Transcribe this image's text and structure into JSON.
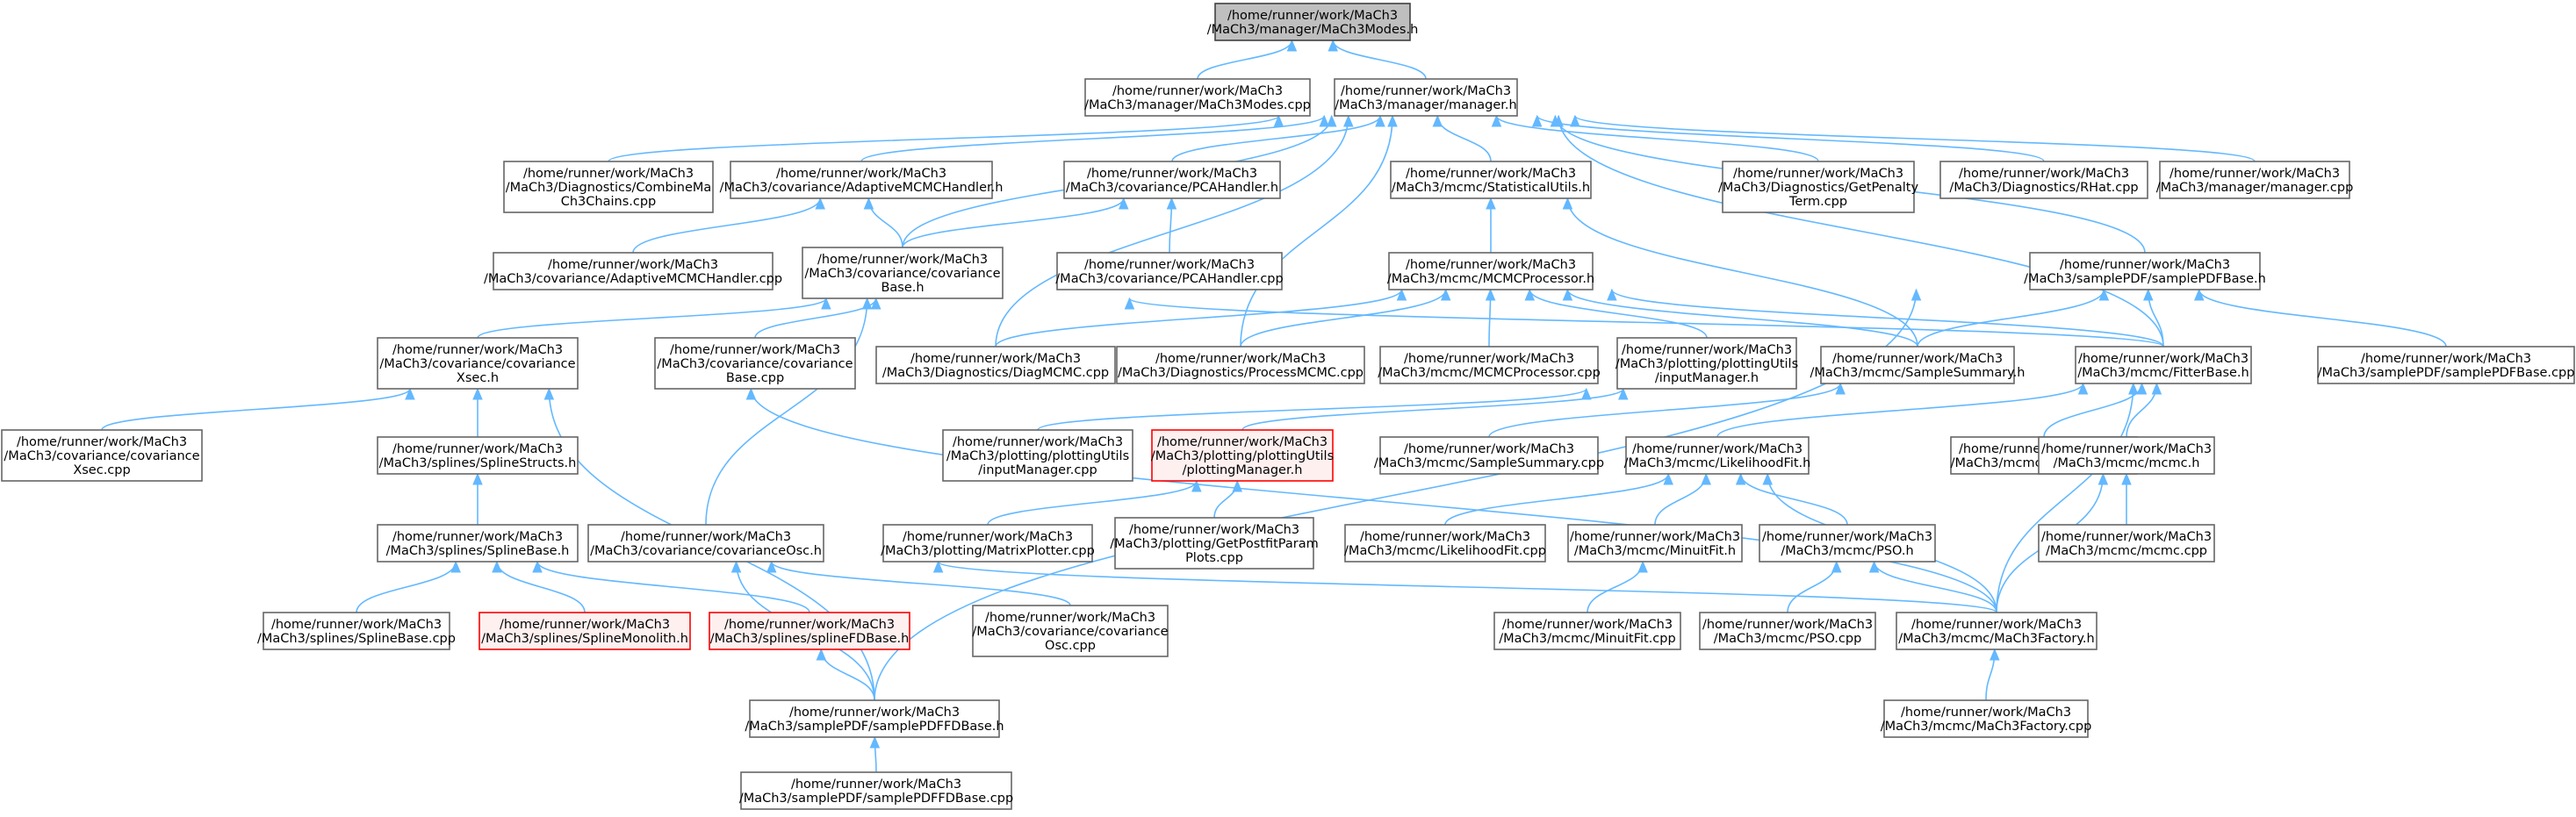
{
  "graph": {
    "nodes": [
      {
        "id": "modes_h",
        "lines": [
          "/home/runner/work/MaCh3",
          "/MaCh3/manager/MaCh3Modes.h"
        ],
        "style": "root"
      },
      {
        "id": "modes_cpp",
        "lines": [
          "/home/runner/work/MaCh3",
          "/MaCh3/manager/MaCh3Modes.cpp"
        ]
      },
      {
        "id": "manager_h",
        "lines": [
          "/home/runner/work/MaCh3",
          "/MaCh3/manager/manager.h"
        ]
      },
      {
        "id": "combine_cpp",
        "lines": [
          "/home/runner/work/MaCh3",
          "/MaCh3/Diagnostics/CombineMa",
          "Ch3Chains.cpp"
        ]
      },
      {
        "id": "adaptive_h",
        "lines": [
          "/home/runner/work/MaCh3",
          "/MaCh3/covariance/AdaptiveMCMCHandler.h"
        ]
      },
      {
        "id": "pca_h",
        "lines": [
          "/home/runner/work/MaCh3",
          "/MaCh3/covariance/PCAHandler.h"
        ]
      },
      {
        "id": "stat_h",
        "lines": [
          "/home/runner/work/MaCh3",
          "/MaCh3/mcmc/StatisticalUtils.h"
        ]
      },
      {
        "id": "penalty_cpp",
        "lines": [
          "/home/runner/work/MaCh3",
          "/MaCh3/Diagnostics/GetPenalty",
          "Term.cpp"
        ]
      },
      {
        "id": "rhat_cpp",
        "lines": [
          "/home/runner/work/MaCh3",
          "/MaCh3/Diagnostics/RHat.cpp"
        ]
      },
      {
        "id": "manager_cpp",
        "lines": [
          "/home/runner/work/MaCh3",
          "/MaCh3/manager/manager.cpp"
        ]
      },
      {
        "id": "adaptive_cpp",
        "lines": [
          "/home/runner/work/MaCh3",
          "/MaCh3/covariance/AdaptiveMCMCHandler.cpp"
        ]
      },
      {
        "id": "covbase_h",
        "lines": [
          "/home/runner/work/MaCh3",
          "/MaCh3/covariance/covariance",
          "Base.h"
        ]
      },
      {
        "id": "pca_cpp",
        "lines": [
          "/home/runner/work/MaCh3",
          "/MaCh3/covariance/PCAHandler.cpp"
        ]
      },
      {
        "id": "mcmcproc_h",
        "lines": [
          "/home/runner/work/MaCh3",
          "/MaCh3/mcmc/MCMCProcessor.h"
        ]
      },
      {
        "id": "samplepdf_h",
        "lines": [
          "/home/runner/work/MaCh3",
          "/MaCh3/samplePDF/samplePDFBase.h"
        ]
      },
      {
        "id": "xsec_h",
        "lines": [
          "/home/runner/work/MaCh3",
          "/MaCh3/covariance/covariance",
          "Xsec.h"
        ]
      },
      {
        "id": "covbase_cpp",
        "lines": [
          "/home/runner/work/MaCh3",
          "/MaCh3/covariance/covariance",
          "Base.cpp"
        ]
      },
      {
        "id": "diag_cpp",
        "lines": [
          "/home/runner/work/MaCh3",
          "/MaCh3/Diagnostics/DiagMCMC.cpp"
        ]
      },
      {
        "id": "procmcmc_cpp",
        "lines": [
          "/home/runner/work/MaCh3",
          "/MaCh3/Diagnostics/ProcessMCMC.cpp"
        ]
      },
      {
        "id": "mcmcproc_cpp",
        "lines": [
          "/home/runner/work/MaCh3",
          "/MaCh3/mcmc/MCMCProcessor.cpp"
        ]
      },
      {
        "id": "inputmgr_h",
        "lines": [
          "/home/runner/work/MaCh3",
          "/MaCh3/plotting/plottingUtils",
          "/inputManager.h"
        ]
      },
      {
        "id": "samplesum_h",
        "lines": [
          "/home/runner/work/MaCh3",
          "/MaCh3/mcmc/SampleSummary.h"
        ]
      },
      {
        "id": "fitter_h",
        "lines": [
          "/home/runner/work/MaCh3",
          "/MaCh3/mcmc/FitterBase.h"
        ]
      },
      {
        "id": "samplepdf_cpp",
        "lines": [
          "/home/runner/work/MaCh3",
          "/MaCh3/samplePDF/samplePDFBase.cpp"
        ]
      },
      {
        "id": "xsec_cpp",
        "lines": [
          "/home/runner/work/MaCh3",
          "/MaCh3/covariance/covariance",
          "Xsec.cpp"
        ]
      },
      {
        "id": "splinestruct_h",
        "lines": [
          "/home/runner/work/MaCh3",
          "/MaCh3/splines/SplineStructs.h"
        ]
      },
      {
        "id": "inputmgr_cpp",
        "lines": [
          "/home/runner/work/MaCh3",
          "/MaCh3/plotting/plottingUtils",
          "/inputManager.cpp"
        ]
      },
      {
        "id": "plotmgr_h",
        "lines": [
          "/home/runner/work/MaCh3",
          "/MaCh3/plotting/plottingUtils",
          "/plottingManager.h"
        ],
        "style": "red"
      },
      {
        "id": "samplesum_cpp",
        "lines": [
          "/home/runner/work/MaCh3",
          "/MaCh3/mcmc/SampleSummary.cpp"
        ]
      },
      {
        "id": "likelihood_h",
        "lines": [
          "/home/runner/work/MaCh3",
          "/MaCh3/mcmc/LikelihoodFit.h"
        ]
      },
      {
        "id": "fitter_cpp",
        "lines": [
          "/home/runner/work/MaCh3",
          "/MaCh3/mcmc/FitterBase.cpp"
        ]
      },
      {
        "id": "mcmc_h",
        "lines": [
          "/home/runner/work/MaCh3",
          "/MaCh3/mcmc/mcmc.h"
        ]
      },
      {
        "id": "splinebase_h",
        "lines": [
          "/home/runner/work/MaCh3",
          "/MaCh3/splines/SplineBase.h"
        ]
      },
      {
        "id": "osc_h",
        "lines": [
          "/home/runner/work/MaCh3",
          "/MaCh3/covariance/covarianceOsc.h"
        ]
      },
      {
        "id": "matrix_cpp",
        "lines": [
          "/home/runner/work/MaCh3",
          "/MaCh3/plotting/MatrixPlotter.cpp"
        ]
      },
      {
        "id": "postfit_cpp",
        "lines": [
          "/home/runner/work/MaCh3",
          "/MaCh3/plotting/GetPostfitParam",
          "Plots.cpp"
        ]
      },
      {
        "id": "likelihood_cpp",
        "lines": [
          "/home/runner/work/MaCh3",
          "/MaCh3/mcmc/LikelihoodFit.cpp"
        ]
      },
      {
        "id": "minuit_h",
        "lines": [
          "/home/runner/work/MaCh3",
          "/MaCh3/mcmc/MinuitFit.h"
        ]
      },
      {
        "id": "pso_h",
        "lines": [
          "/home/runner/work/MaCh3",
          "/MaCh3/mcmc/PSO.h"
        ]
      },
      {
        "id": "mcmc_cpp",
        "lines": [
          "/home/runner/work/MaCh3",
          "/MaCh3/mcmc/mcmc.cpp"
        ]
      },
      {
        "id": "splinebase_cpp",
        "lines": [
          "/home/runner/work/MaCh3",
          "/MaCh3/splines/SplineBase.cpp"
        ]
      },
      {
        "id": "monolith_h",
        "lines": [
          "/home/runner/work/MaCh3",
          "/MaCh3/splines/SplineMonolith.h"
        ],
        "style": "red"
      },
      {
        "id": "splinefd_h",
        "lines": [
          "/home/runner/work/MaCh3",
          "/MaCh3/splines/splineFDBase.h"
        ],
        "style": "red"
      },
      {
        "id": "osc_cpp",
        "lines": [
          "/home/runner/work/MaCh3",
          "/MaCh3/covariance/covariance",
          "Osc.cpp"
        ]
      },
      {
        "id": "minuit_cpp",
        "lines": [
          "/home/runner/work/MaCh3",
          "/MaCh3/mcmc/MinuitFit.cpp"
        ]
      },
      {
        "id": "pso_cpp",
        "lines": [
          "/home/runner/work/MaCh3",
          "/MaCh3/mcmc/PSO.cpp"
        ]
      },
      {
        "id": "factory_h",
        "lines": [
          "/home/runner/work/MaCh3",
          "/MaCh3/mcmc/MaCh3Factory.h"
        ]
      },
      {
        "id": "fdbase_h",
        "lines": [
          "/home/runner/work/MaCh3",
          "/MaCh3/samplePDF/samplePDFFDBase.h"
        ]
      },
      {
        "id": "factory_cpp",
        "lines": [
          "/home/runner/work/MaCh3",
          "/MaCh3/mcmc/MaCh3Factory.cpp"
        ]
      },
      {
        "id": "fdbase_cpp",
        "lines": [
          "/home/runner/work/MaCh3",
          "/MaCh3/samplePDF/samplePDFFDBase.cpp"
        ]
      }
    ],
    "edges": [
      [
        "modes_h",
        "modes_cpp"
      ],
      [
        "modes_h",
        "manager_h"
      ],
      [
        "manager_h",
        "combine_cpp"
      ],
      [
        "manager_h",
        "adaptive_h"
      ],
      [
        "manager_h",
        "pca_h"
      ],
      [
        "manager_h",
        "stat_h"
      ],
      [
        "manager_h",
        "penalty_cpp"
      ],
      [
        "manager_h",
        "rhat_cpp"
      ],
      [
        "manager_h",
        "manager_cpp"
      ],
      [
        "manager_h",
        "covbase_h"
      ],
      [
        "manager_h",
        "samplepdf_h"
      ],
      [
        "manager_h",
        "fitter_h"
      ],
      [
        "manager_h",
        "diag_cpp"
      ],
      [
        "manager_h",
        "procmcmc_cpp"
      ],
      [
        "adaptive_h",
        "adaptive_cpp"
      ],
      [
        "adaptive_h",
        "covbase_h"
      ],
      [
        "pca_h",
        "covbase_h"
      ],
      [
        "pca_h",
        "pca_cpp"
      ],
      [
        "stat_h",
        "mcmcproc_h"
      ],
      [
        "stat_h",
        "samplesum_h"
      ],
      [
        "covbase_h",
        "xsec_h"
      ],
      [
        "covbase_h",
        "covbase_cpp"
      ],
      [
        "covbase_h",
        "osc_h"
      ],
      [
        "covbase_h",
        "fitter_h"
      ],
      [
        "mcmcproc_h",
        "diag_cpp"
      ],
      [
        "mcmcproc_h",
        "procmcmc_cpp"
      ],
      [
        "mcmcproc_h",
        "mcmcproc_cpp"
      ],
      [
        "mcmcproc_h",
        "inputmgr_h"
      ],
      [
        "mcmcproc_h",
        "samplesum_h"
      ],
      [
        "mcmcproc_h",
        "fitter_h"
      ],
      [
        "samplepdf_h",
        "samplesum_h"
      ],
      [
        "samplepdf_h",
        "fitter_h"
      ],
      [
        "samplepdf_h",
        "samplepdf_cpp"
      ],
      [
        "samplepdf_h",
        "fdbase_h"
      ],
      [
        "xsec_h",
        "xsec_cpp"
      ],
      [
        "xsec_h",
        "splinestruct_h"
      ],
      [
        "xsec_h",
        "fdbase_h"
      ],
      [
        "xsec_h",
        "factory_h"
      ],
      [
        "inputmgr_h",
        "inputmgr_cpp"
      ],
      [
        "inputmgr_h",
        "plotmgr_h"
      ],
      [
        "samplesum_h",
        "samplesum_cpp"
      ],
      [
        "fitter_h",
        "likelihood_h"
      ],
      [
        "fitter_h",
        "fitter_cpp"
      ],
      [
        "fitter_h",
        "mcmc_h"
      ],
      [
        "fitter_h",
        "factory_h"
      ],
      [
        "splinestruct_h",
        "splinebase_h"
      ],
      [
        "plotmgr_h",
        "matrix_cpp"
      ],
      [
        "plotmgr_h",
        "postfit_cpp"
      ],
      [
        "likelihood_h",
        "likelihood_cpp"
      ],
      [
        "likelihood_h",
        "minuit_h"
      ],
      [
        "likelihood_h",
        "pso_h"
      ],
      [
        "likelihood_h",
        "factory_h"
      ],
      [
        "mcmc_h",
        "mcmc_cpp"
      ],
      [
        "mcmc_h",
        "factory_h"
      ],
      [
        "splinebase_h",
        "splinebase_cpp"
      ],
      [
        "splinebase_h",
        "monolith_h"
      ],
      [
        "splinebase_h",
        "splinefd_h"
      ],
      [
        "osc_h",
        "osc_cpp"
      ],
      [
        "osc_h",
        "fdbase_h"
      ],
      [
        "osc_h",
        "factory_h"
      ],
      [
        "minuit_h",
        "minuit_cpp"
      ],
      [
        "pso_h",
        "pso_cpp"
      ],
      [
        "pso_h",
        "factory_h"
      ],
      [
        "splinefd_h",
        "fdbase_h"
      ],
      [
        "factory_h",
        "factory_cpp"
      ],
      [
        "fdbase_h",
        "fdbase_cpp"
      ]
    ]
  }
}
